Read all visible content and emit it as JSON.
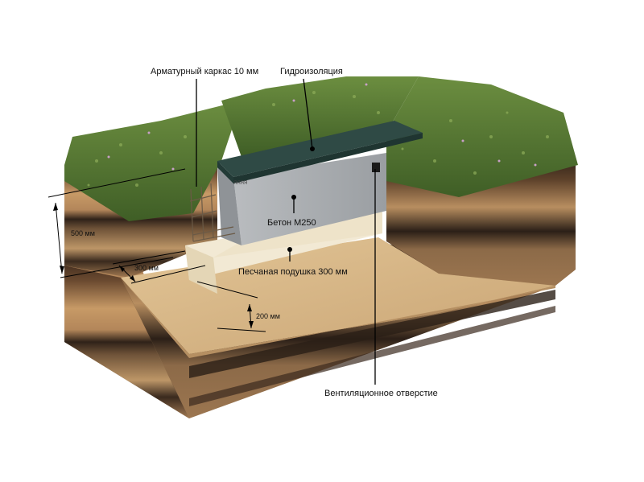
{
  "labels": {
    "rebar": "Арматурный каркас 10 мм",
    "waterproofing": "Гидроизоляция",
    "concrete": "Бетон М250",
    "sand_cushion": "Песчаная подушка 300 мм",
    "ventilation": "Вентиляционное отверстие"
  },
  "dimensions": {
    "depth_500": "500 мм",
    "width_300": "300 мм",
    "depth_200": "200 мм"
  },
  "tiny_text": "ЯЯЯЯ",
  "colors": {
    "grass": "#5e7f3a",
    "grass_dark": "#3b5a24",
    "soil_dark": "#3a2a1e",
    "soil_mid": "#8a5f3a",
    "soil_light": "#c99a66",
    "sand": "#d8b98a",
    "concrete": "#a8abae",
    "waterproofing": "#2f4a45",
    "sand_cushion": "#ede2c8"
  }
}
